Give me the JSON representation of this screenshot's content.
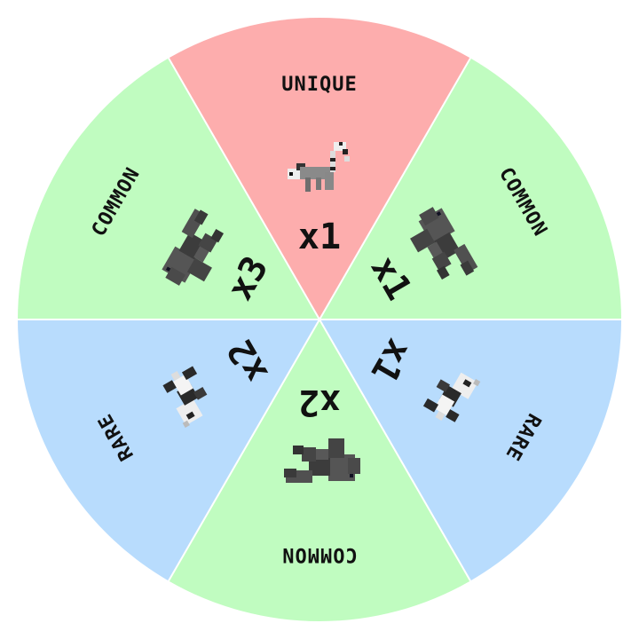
{
  "colors": {
    "common": "#c0fcc0",
    "unique": "#fdadad",
    "rare": "#b8dcfd",
    "divider": "#ffffff",
    "text": "#111111"
  },
  "wheel": {
    "segments": [
      {
        "rarity": "UNIQUE",
        "count": "x1",
        "tier": "unique",
        "icon": "lemur-icon"
      },
      {
        "rarity": "COMMON",
        "count": "x1",
        "tier": "common",
        "icon": "gorilla-icon"
      },
      {
        "rarity": "RARE",
        "count": "x1",
        "tier": "rare",
        "icon": "panda-icon"
      },
      {
        "rarity": "COMMON",
        "count": "x2",
        "tier": "common",
        "icon": "gorilla-icon"
      },
      {
        "rarity": "RARE",
        "count": "x2",
        "tier": "rare",
        "icon": "panda-icon"
      },
      {
        "rarity": "COMMON",
        "count": "x3",
        "tier": "common",
        "icon": "gorilla-icon"
      }
    ]
  }
}
